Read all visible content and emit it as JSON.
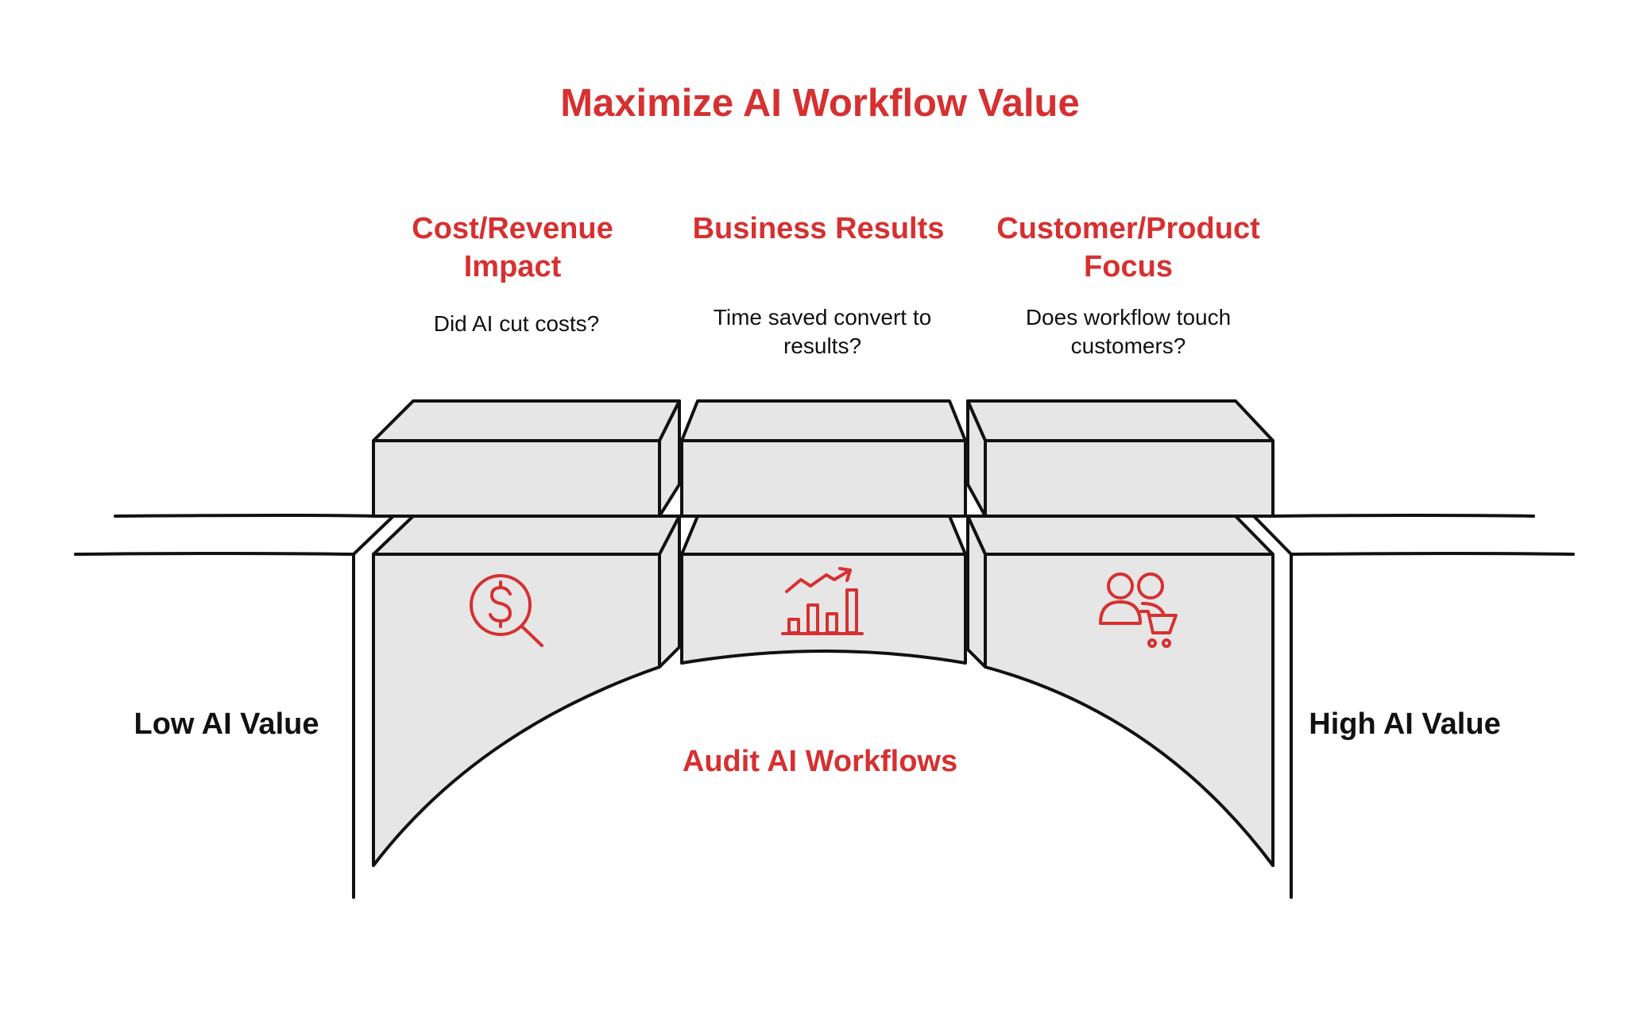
{
  "title": "Maximize AI Workflow Value",
  "center_label": "Audit AI Workflows",
  "left_label": "Low AI Value",
  "right_label": "High AI Value",
  "pillars": [
    {
      "heading": "Cost/Revenue Impact",
      "question": "Did AI cut costs?",
      "icon": "dollar-magnifier-icon"
    },
    {
      "heading": "Business Results",
      "question": "Time saved convert to results?",
      "icon": "growth-chart-icon"
    },
    {
      "heading": "Customer/Product Focus",
      "question": "Does workflow touch customers?",
      "icon": "customers-cart-icon"
    }
  ],
  "colors": {
    "accent": "#d63031",
    "stone": "#e6e6e6",
    "ink": "#111111"
  }
}
